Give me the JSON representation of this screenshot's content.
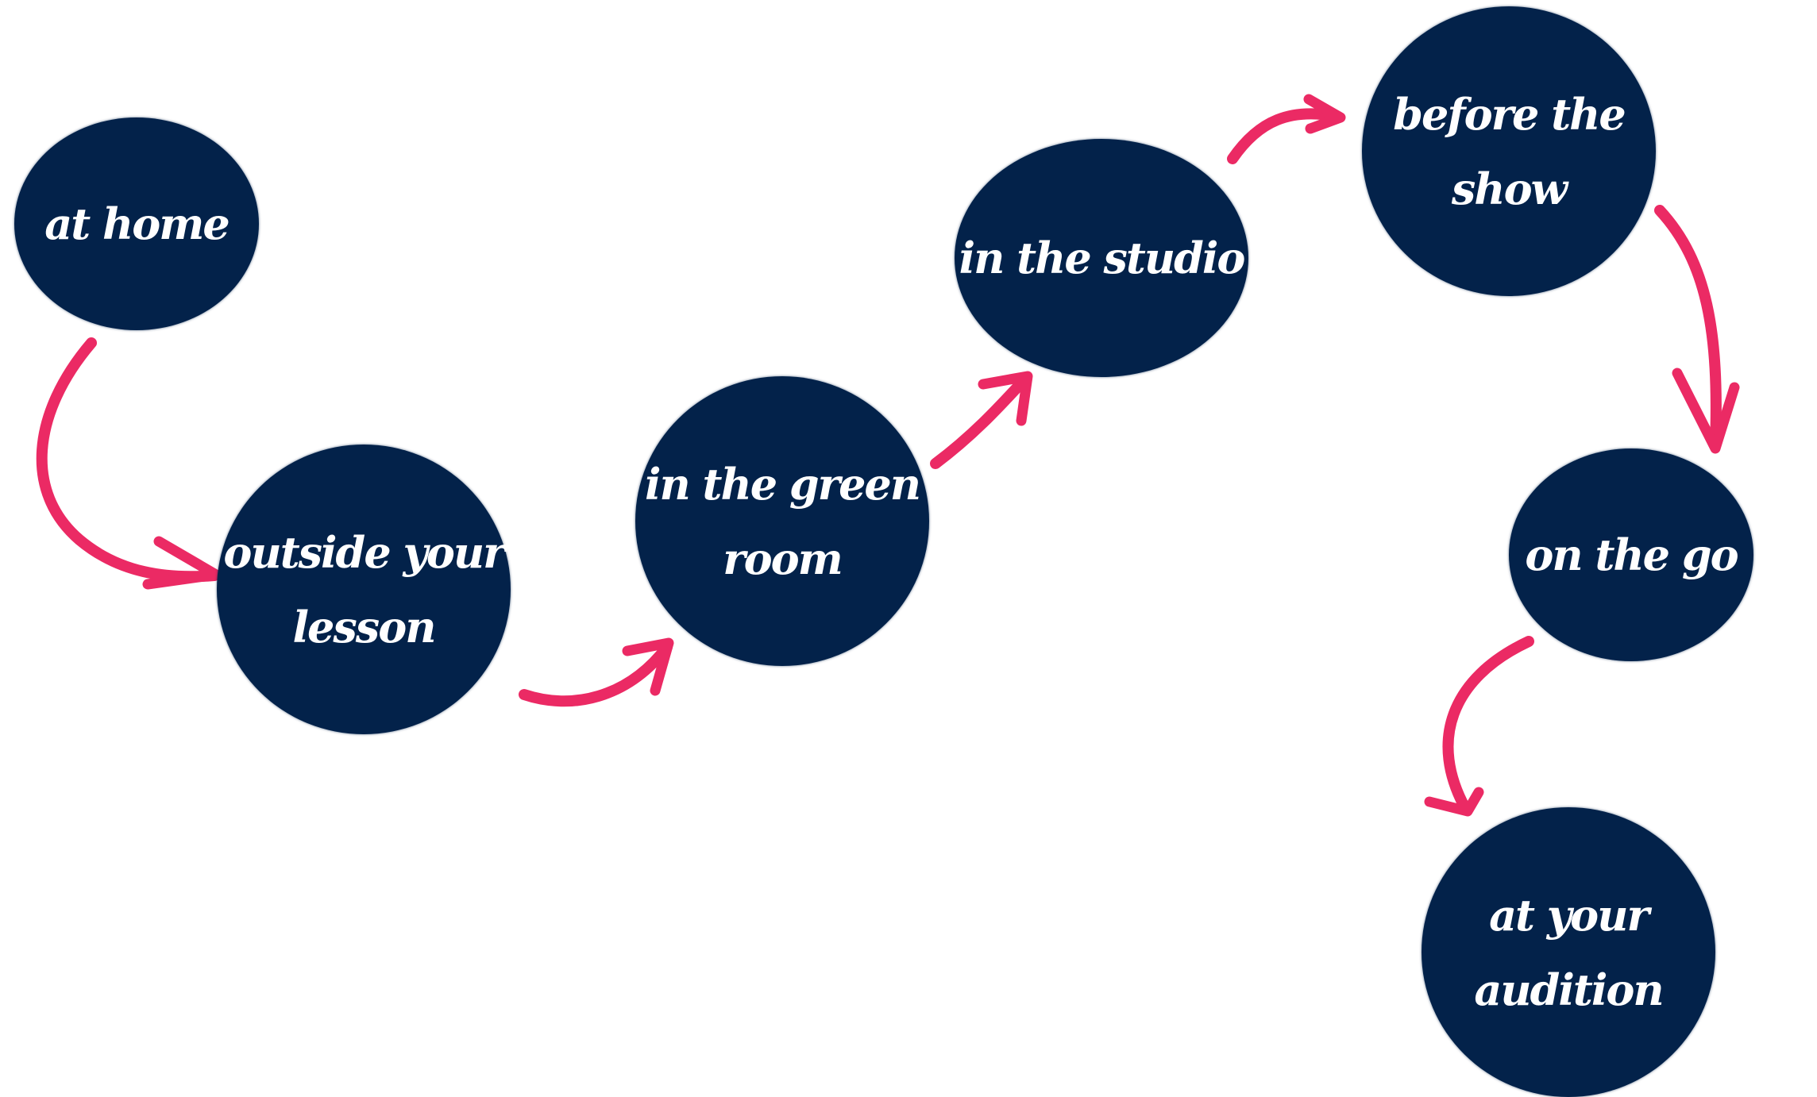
{
  "colors": {
    "node_fill": "#03224a",
    "node_text": "#ffffff",
    "arrow": "#eb2a64",
    "background": "#ffffff"
  },
  "nodes": [
    {
      "id": "home",
      "label": "at home"
    },
    {
      "id": "outside",
      "label": "outside your\nlesson"
    },
    {
      "id": "green",
      "label": "in the green\nroom"
    },
    {
      "id": "studio",
      "label": "in the studio"
    },
    {
      "id": "before",
      "label": "before the\nshow"
    },
    {
      "id": "go",
      "label": "on the go"
    },
    {
      "id": "audition",
      "label": "at your\naudition"
    }
  ],
  "edges": [
    {
      "from": "home",
      "to": "outside"
    },
    {
      "from": "outside",
      "to": "green"
    },
    {
      "from": "green",
      "to": "studio"
    },
    {
      "from": "studio",
      "to": "before"
    },
    {
      "from": "before",
      "to": "go"
    },
    {
      "from": "go",
      "to": "audition"
    }
  ]
}
